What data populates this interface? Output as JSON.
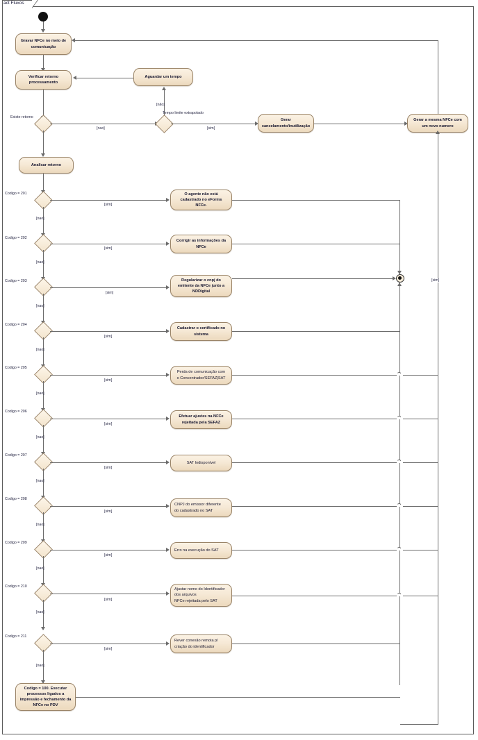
{
  "diagram": {
    "frame_label": "act Fluxos",
    "type": "uml-activity-diagram",
    "colors": {
      "node_fill": "#f6e9d6",
      "node_border": "#9a8468",
      "line": "#6b6b6b",
      "text": "#14142e",
      "frame_border": "#5a5a5a",
      "background": "#ffffff"
    }
  },
  "nodes": {
    "start": {
      "name": "initial-node"
    },
    "gravar": {
      "label": "Gravar NFCe no meio de comunicação"
    },
    "verificar": {
      "label": "Verificar retorno processamento"
    },
    "aguardar": {
      "label": "Aguardar um tempo"
    },
    "gerar_cancelamento": {
      "label": "Gerar cancelamento/inutilização"
    },
    "gerar_mesma": {
      "label": "Gerar a mesma NFCe com um novo numero"
    },
    "analisar": {
      "label": "Analisar retorno"
    },
    "final": {
      "name": "activity-final-node"
    },
    "codigo_100": {
      "label": "Codigo = 100. Executar processos ligados a impressão e fechamento da NFCe no PDV"
    }
  },
  "decisions": [
    {
      "id": "existe-retorno",
      "label": "Existe retorno"
    },
    {
      "id": "tempo-limite",
      "label": "Tempo limite extrapolado"
    },
    {
      "id": "codigo-201",
      "label": "Codigo = 201"
    },
    {
      "id": "codigo-202",
      "label": "Codigo = 202"
    },
    {
      "id": "codigo-203",
      "label": "Codigo = 203"
    },
    {
      "id": "codigo-204",
      "label": "Codigo = 204"
    },
    {
      "id": "codigo-205",
      "label": "Codigo = 205"
    },
    {
      "id": "codigo-206",
      "label": "Codigo = 206"
    },
    {
      "id": "codigo-207",
      "label": "Codigo = 207"
    },
    {
      "id": "codigo-208",
      "label": "Codigo = 208"
    },
    {
      "id": "codigo-209",
      "label": "Codigo = 209"
    },
    {
      "id": "codigo-210",
      "label": "Codigo = 210"
    },
    {
      "id": "codigo-211",
      "label": "Codigo = 211"
    }
  ],
  "actions": [
    {
      "id": "act-201",
      "line1": "O agente não está",
      "line2": "cadastrado no eForms",
      "line3": "NFCe.",
      "align": "center"
    },
    {
      "id": "act-202",
      "line1": "Corrigir as informações da",
      "line2": "NFCe",
      "line3": "",
      "align": "center"
    },
    {
      "id": "act-203",
      "line1": "Regularizar o cnpj do",
      "line2": "emitente da NFCe junto a",
      "line3": "NDDigital",
      "align": "center"
    },
    {
      "id": "act-204",
      "line1": "Cadastrar o certificado no",
      "line2": "sistema",
      "line3": "",
      "align": "center"
    },
    {
      "id": "act-205",
      "line1": "Perda de comunicação com",
      "line2": "o Concentrador/SEFAZ|SAT",
      "line3": "",
      "align": "center"
    },
    {
      "id": "act-206",
      "line1": "Efetuar ajustes na NFCe",
      "line2": "rejeitada pela SEFAZ",
      "line3": "",
      "align": "center"
    },
    {
      "id": "act-207",
      "line1": "SAT Indisponível",
      "line2": "",
      "line3": "",
      "align": "center"
    },
    {
      "id": "act-208",
      "line1": "CNPJ do emissor diferente",
      "line2": "do cadastrado no SAT",
      "line3": "",
      "align": "left"
    },
    {
      "id": "act-209",
      "line1": "Erro na execução do SAT",
      "line2": "",
      "line3": "",
      "align": "left"
    },
    {
      "id": "act-210",
      "line1": "Ajustar nome do Identificador",
      "line2": "dos arquivos",
      "line3": "NFCe rejeitada pelo SAT",
      "align": "left"
    },
    {
      "id": "act-211",
      "line1": "Rever conexão remota p/",
      "line2": "criação do identificador",
      "align": "left"
    }
  ],
  "guards": {
    "sim": "[sim]",
    "nao": "[nao]",
    "nao_accent": "[não]"
  }
}
